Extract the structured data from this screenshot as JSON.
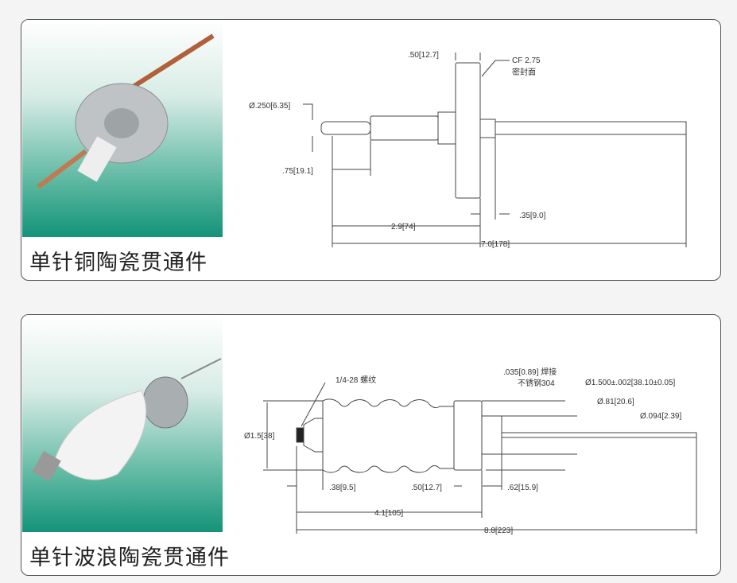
{
  "products": [
    {
      "title": "单针铜陶瓷贯通件",
      "dims": {
        "flange": ".50[12.7]",
        "cf": "CF 2.75",
        "seal": "密封面",
        "dia": "Ø.250[6.35]",
        "pin": ".75[19.1]",
        "sleeve": ".35[9.0]",
        "len1": "2.9[74]",
        "total": "7.0[178]"
      }
    },
    {
      "title": "单针波浪陶瓷贯通件",
      "dims": {
        "thread": "1/4-28 螺纹",
        "weld": ".035[0.89] 焊接",
        "ss": "不锈钢304",
        "fdia": "Ø1.500±.002[38.10±0.05]",
        "sdia": "Ø.81[20.6]",
        "rdia": "Ø.094[2.39]",
        "bdia": "Ø1.5[38]",
        "cone": ".38[9.5]",
        "flw": ".50[12.7]",
        "sl": ".62[15.9]",
        "len1": "4.1[105]",
        "total": "8.8[223]"
      }
    }
  ]
}
